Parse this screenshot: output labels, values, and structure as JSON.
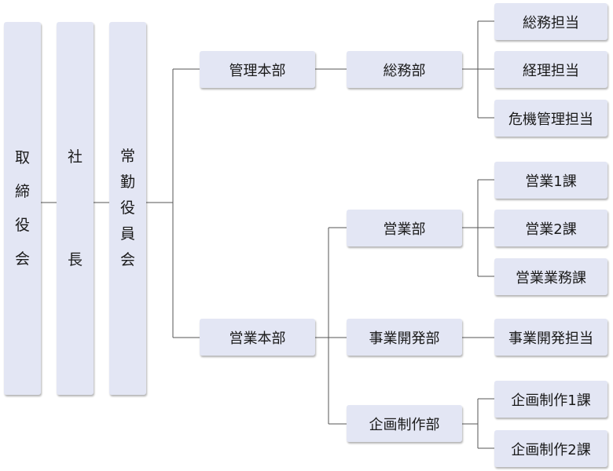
{
  "colors": {
    "box_fill": "#e3e6f4",
    "connector": "#555555"
  },
  "left_column": {
    "board": "取締役会",
    "president": "社長",
    "committee": "常勤役員会"
  },
  "divisions": {
    "admin_hq": "管理本部",
    "sales_hq": "営業本部"
  },
  "departments": {
    "general_affairs": "総務部",
    "sales": "営業部",
    "business_dev": "事業開発部",
    "planning": "企画制作部"
  },
  "sections": {
    "ga_staff": "総務担当",
    "accounting": "経理担当",
    "risk_mgmt": "危機管理担当",
    "sales1": "営業1課",
    "sales2": "営業2課",
    "sales_ops": "営業業務課",
    "bizdev_staff": "事業開発担当",
    "plan1": "企画制作1課",
    "plan2": "企画制作2課"
  }
}
